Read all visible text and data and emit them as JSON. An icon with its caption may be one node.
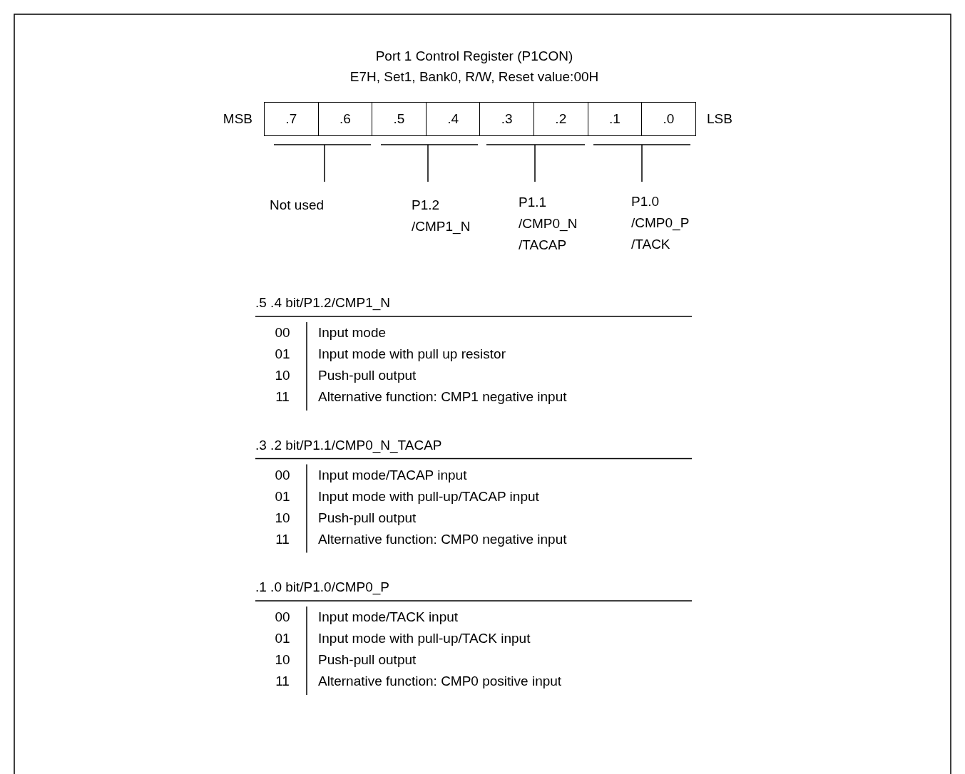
{
  "diagram": {
    "title": "Port 1 Control Register (P1CON)",
    "nodes": [
      {
        "text": [
          ".7"
        ]
      },
      {
        "text": [
          ".6"
        ]
      },
      {
        "text": [
          ".5"
        ]
      },
      {
        "text": [
          ".4"
        ]
      },
      {
        "text": [
          ".3"
        ]
      },
      {
        "text": [
          ".2"
        ]
      },
      {
        "text": [
          ".1"
        ]
      },
      {
        "text": [
          ".0"
        ]
      }
    ],
    "labels": [
      "E7H, Set1, Bank0, R/W, Reset value:00H",
      "MSB",
      "LSB",
      "Not used",
      "P1.2 /CMP1_N",
      "P1.1 /CMP0_N /TACAP",
      "P1.0 /CMP0_P /TACK",
      ".5 .4 bit/P1.2/CMP1_N",
      "00",
      "Input mode",
      "01",
      "Input mode with pull up resistor",
      "10",
      "Push-pull output",
      "11",
      "Alternative function: CMP1 negative input",
      ".3 .2 bit/P1.1/CMP0_N_TACAP",
      "00",
      "Input mode/TACAP input",
      "01",
      "Input mode with pull-up/TACAP input",
      "10",
      "Push-pull output",
      "11",
      "Alternative function: CMP0 negative input",
      ".1 .0 bit/P1.0/CMP0_P",
      "00",
      "Input mode/TACK input",
      "01",
      "Input mode with pull-up/TACK input",
      "10",
      "Push-pull output",
      "11",
      "Alternative function: CMP0 positive input"
    ]
  }
}
